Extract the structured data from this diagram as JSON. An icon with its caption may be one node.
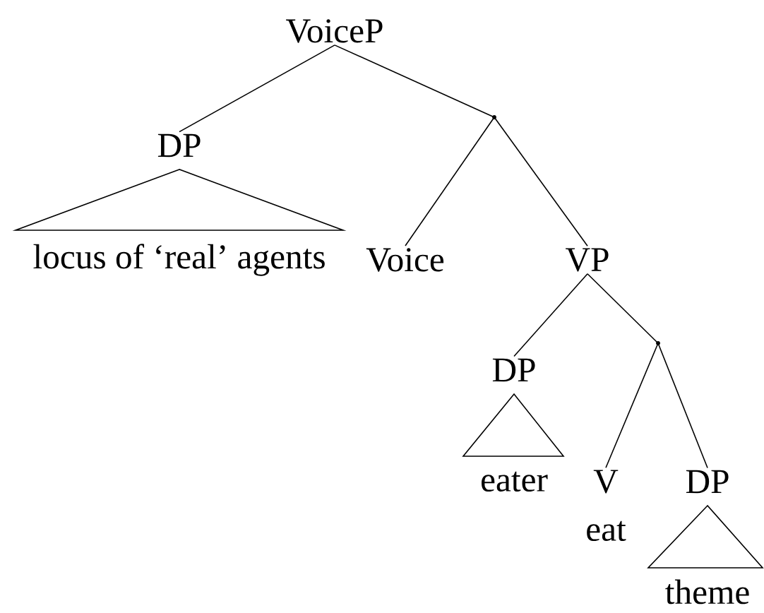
{
  "diagram": {
    "nodes": [
      {
        "text": [
          "VoiceP"
        ]
      },
      {
        "text": [
          "DP"
        ]
      },
      {
        "text": [
          "locus of ‘real’ agents"
        ]
      },
      {
        "text": [],
        "shape": "point"
      },
      {
        "text": [
          "Voice"
        ]
      },
      {
        "text": [
          "VP"
        ]
      },
      {
        "text": [
          "DP"
        ]
      },
      {
        "text": [
          "eater"
        ]
      },
      {
        "text": [],
        "shape": "point"
      },
      {
        "text": [
          "V"
        ],
        "beside": [
          "eat"
        ]
      },
      {
        "text": [
          "DP"
        ]
      },
      {
        "text": [
          "theme"
        ]
      }
    ],
    "edges": [
      {
        "from": 0,
        "to": 1,
        "arrow": "none"
      },
      {
        "from": 0,
        "to": 3,
        "arrow": "none"
      },
      {
        "from": 3,
        "to": 4,
        "arrow": "none"
      },
      {
        "from": 3,
        "to": 5,
        "arrow": "none"
      },
      {
        "from": 5,
        "to": 6,
        "arrow": "none"
      },
      {
        "from": 5,
        "to": 8,
        "arrow": "none"
      },
      {
        "from": 8,
        "to": 9,
        "arrow": "none"
      },
      {
        "from": 8,
        "to": 10,
        "arrow": "none"
      }
    ]
  }
}
